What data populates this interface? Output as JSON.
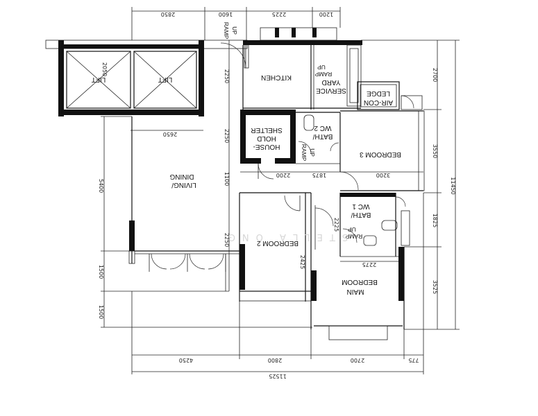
{
  "rooms": {
    "kitchen": "KITCHEN",
    "service_yard": [
      "SERVICE",
      "YARD"
    ],
    "ledge": "LEDGE",
    "air_con": "AIR-CON",
    "household_shelter": [
      "HOUSE-",
      "HOLD",
      "SHELTER"
    ],
    "bath_wc2": [
      "BATH/",
      "WC 2"
    ],
    "bedroom3": "BEDROOM 3",
    "living_dining": [
      "LIVING/",
      "DINING"
    ],
    "bath_wc1": [
      "BATH/",
      "WC 1"
    ],
    "bedroom2": "BEDROOM 2",
    "master": [
      "MAIN",
      "BEDROOM"
    ],
    "lift": "LIFT"
  },
  "annotations": {
    "ramp_up": [
      "RAMP",
      "UP"
    ],
    "watermark": "STELLA ONG"
  },
  "dimensions": {
    "top": [
      "2850",
      "1600",
      "2225",
      "1200"
    ],
    "bottom_row": [
      "4250",
      "2800",
      "2700",
      "775"
    ],
    "bottom_total": "11525",
    "right_inner": [
      "2700",
      "3550",
      "1825",
      "3525"
    ],
    "right_total": "11450",
    "left": [
      "5400",
      "1500",
      "1500"
    ],
    "lift_depth": "2050",
    "lift_width": "2650",
    "column": [
      "2250",
      "2250",
      "1100",
      "2250"
    ],
    "middle": [
      "2200",
      "1875",
      "3200"
    ],
    "bedroom2": "2425",
    "wc1": [
      "2225",
      "2275"
    ],
    "house_shelter_width": "2200"
  }
}
